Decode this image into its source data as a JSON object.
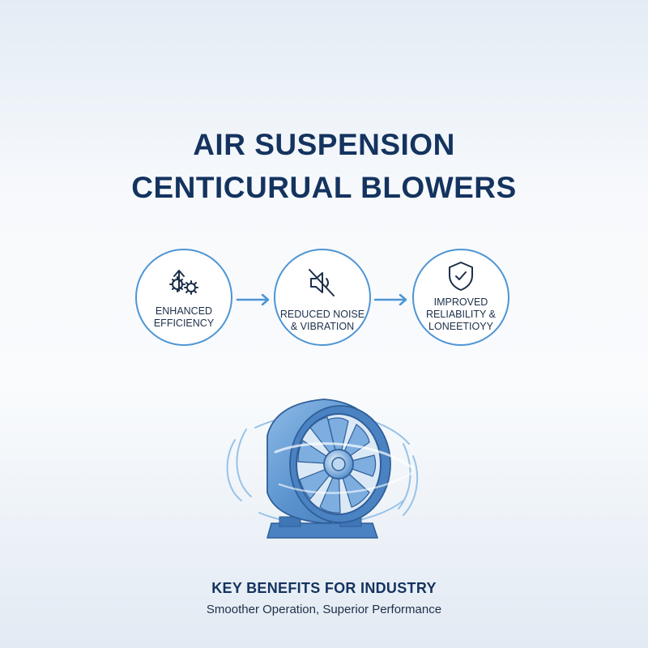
{
  "title": {
    "line1": "AIR SUSPENSION",
    "line2": "CENTICURUAL BLOWERS"
  },
  "benefits": [
    {
      "icon": "gears-up-arrow-icon",
      "line1": "ENHANCED",
      "line2": "EFFICIENCY",
      "line3": ""
    },
    {
      "icon": "muted-speaker-icon",
      "line1": "REDUCED NOISE",
      "line2": "& VIBRATION",
      "line3": ""
    },
    {
      "icon": "shield-check-icon",
      "line1": "IMPROVED",
      "line2": "RELIABILITY &",
      "line3": "LONEETIOYY"
    }
  ],
  "footer": {
    "heading": "KEY BENEFITS FOR INDUSTRY",
    "tagline": "Smoother Operation, Superior Performance"
  },
  "colors": {
    "navy": "#14335f",
    "accent": "#4d95d4",
    "fan_blue": "#5b93cf"
  }
}
